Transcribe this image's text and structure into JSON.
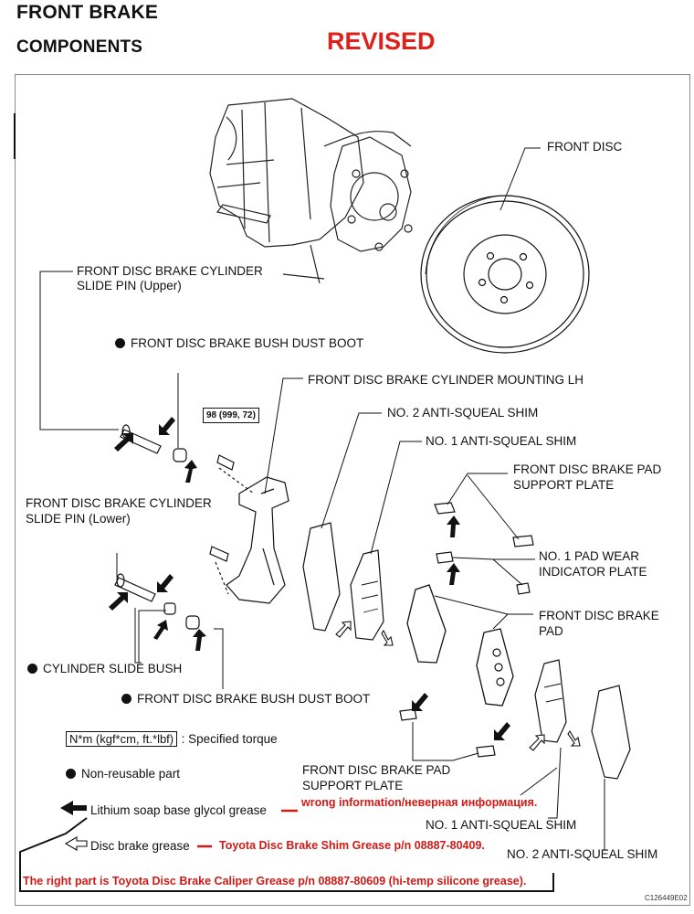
{
  "header": {
    "title_line1": "FRONT BRAKE",
    "title_line2": "COMPONENTS",
    "revised": "REVISED"
  },
  "labels": {
    "front_disc": "FRONT DISC",
    "slide_pin_upper_1": "FRONT DISC BRAKE CYLINDER",
    "slide_pin_upper_2": "SLIDE PIN (Upper)",
    "bush_dust_boot_upper": "FRONT DISC BRAKE BUSH DUST BOOT",
    "mounting_lh": "FRONT DISC BRAKE CYLINDER MOUNTING LH",
    "torque_value": "98 (999, 72)",
    "no2_shim_top": "NO. 2 ANTI-SQUEAL SHIM",
    "no1_shim_top": "NO. 1 ANTI-SQUEAL SHIM",
    "pad_support_top_1": "FRONT DISC BRAKE PAD",
    "pad_support_top_2": "SUPPORT PLATE",
    "slide_pin_lower_1": "FRONT DISC BRAKE CYLINDER",
    "slide_pin_lower_2": "SLIDE PIN (Lower)",
    "wear_indicator_1": "NO. 1 PAD WEAR",
    "wear_indicator_2": "INDICATOR PLATE",
    "brake_pad_1": "FRONT DISC BRAKE",
    "brake_pad_2": "PAD",
    "cylinder_slide_bush": "CYLINDER SLIDE BUSH",
    "bush_dust_boot_lower": "FRONT DISC BRAKE BUSH DUST BOOT",
    "pad_support_bottom_1": "FRONT DISC BRAKE PAD",
    "pad_support_bottom_2": "SUPPORT PLATE",
    "no1_shim_bottom": "NO. 1 ANTI-SQUEAL SHIM",
    "no2_shim_bottom": "NO. 2 ANTI-SQUEAL SHIM"
  },
  "legend": {
    "torque_box": "N*m (kgf*cm, ft.*lbf)",
    "torque_text": ": Specified torque",
    "non_reusable": "Non-reusable part",
    "lithium": "Lithium soap base glycol grease",
    "disc_brake": "Disc brake grease"
  },
  "annotations": {
    "wrong": "wrong information/неверная информация.",
    "shim_grease": "Toyota Disc Brake Shim Grease p/n 08887-80409.",
    "right_part": "The right part is Toyota Disc Brake Caliper Grease p/n 08887-80609 (hi-temp silicone grease)."
  },
  "figure_code": "C126449E02",
  "colors": {
    "annotation_red": "#d11a16",
    "revised_red": "#e0211b"
  }
}
